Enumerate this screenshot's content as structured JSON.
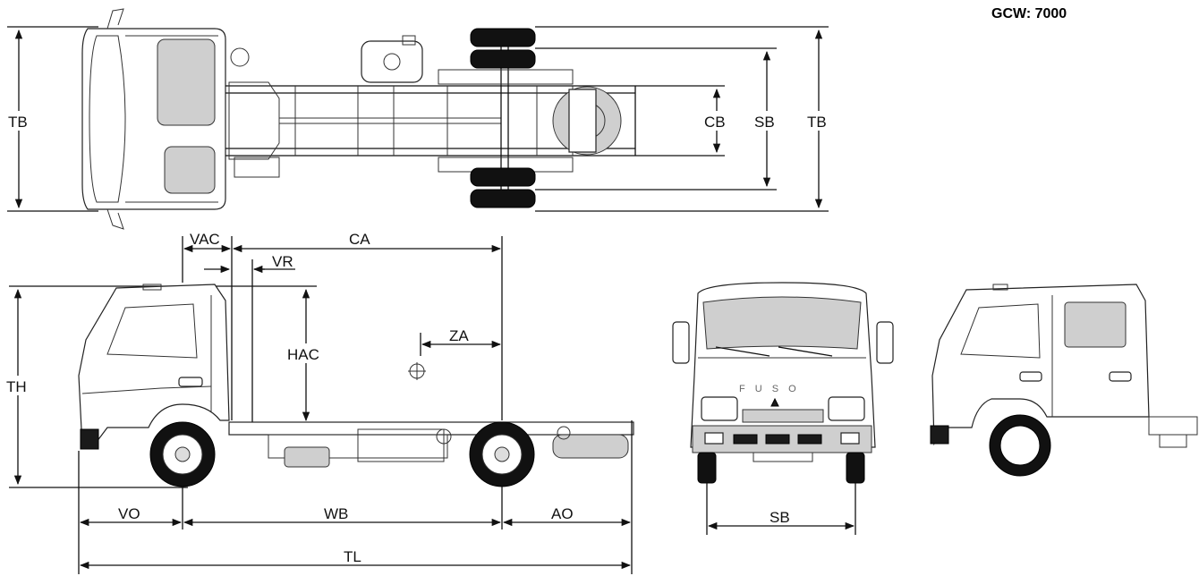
{
  "header": {
    "gcw": "GCW: 7000"
  },
  "dimensions": {
    "tb": "TB",
    "cb": "CB",
    "sb": "SB",
    "vac": "VAC",
    "ca": "CA",
    "vr": "VR",
    "hac": "HAC",
    "za": "ZA",
    "th": "TH",
    "vo": "VO",
    "wb": "WB",
    "ao": "AO",
    "tl": "TL"
  },
  "front_view": {
    "brand": "F U S O"
  }
}
